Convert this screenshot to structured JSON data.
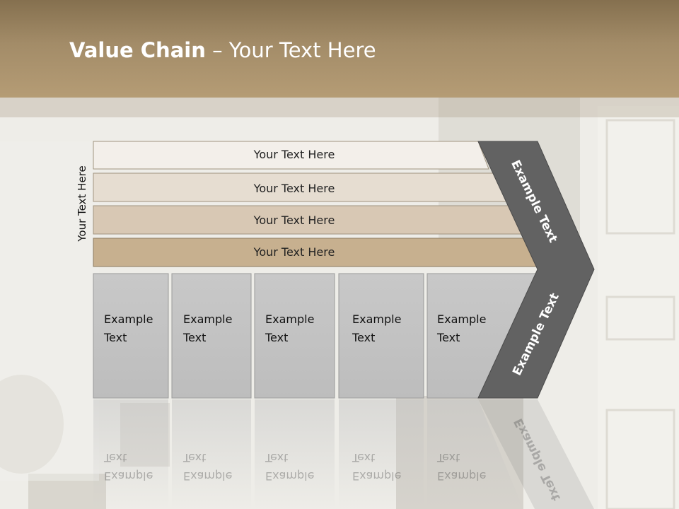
{
  "slide": {
    "title_bold": "Value Chain",
    "title_rest": " – Your Text Here",
    "side_label": "Your Text Here"
  },
  "bars": [
    {
      "label": "Your Text Here",
      "color": "#f3efea"
    },
    {
      "label": "Your Text Here",
      "color": "#e6ddd1"
    },
    {
      "label": "Your Text Here",
      "color": "#d8c8b4"
    },
    {
      "label": "Your Text Here",
      "color": "#c7b08f"
    }
  ],
  "columns": [
    {
      "label": "Example\nText"
    },
    {
      "label": "Example\nText"
    },
    {
      "label": "Example\nText"
    },
    {
      "label": "Example\nText"
    },
    {
      "label": "Example\nText"
    }
  ],
  "chevron": {
    "top_label": "Example Text",
    "bottom_label": "Example Text",
    "color": "#626262"
  }
}
